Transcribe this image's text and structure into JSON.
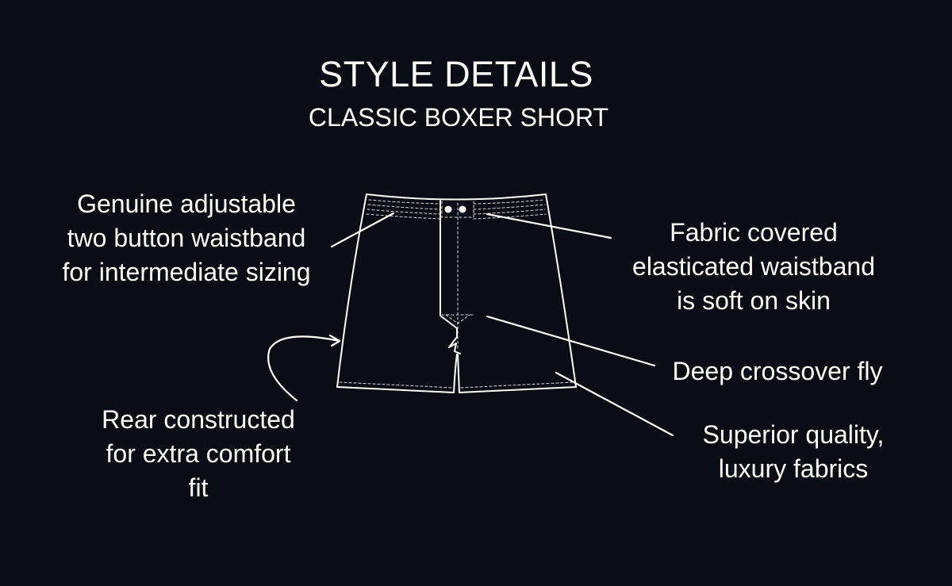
{
  "header": {
    "title": "STYLE DETAILS",
    "subtitle": "CLASSIC BOXER SHORT"
  },
  "illustration": {
    "subject": "boxer-short-technical-drawing",
    "line_color": "#ffffff",
    "background_color": "#0a0e14",
    "button_count": 2
  },
  "annotations": {
    "waistband_adjust": "Genuine adjustable\ntwo button waistband\nfor intermediate sizing",
    "fabric_covered": "Fabric covered\nelasticated waistband\nis soft on skin",
    "crossover_fly": "Deep crossover fly",
    "superior_quality": "Superior quality,\nluxury fabrics",
    "rear_constructed": "Rear constructed\nfor extra comfort\nfit"
  }
}
